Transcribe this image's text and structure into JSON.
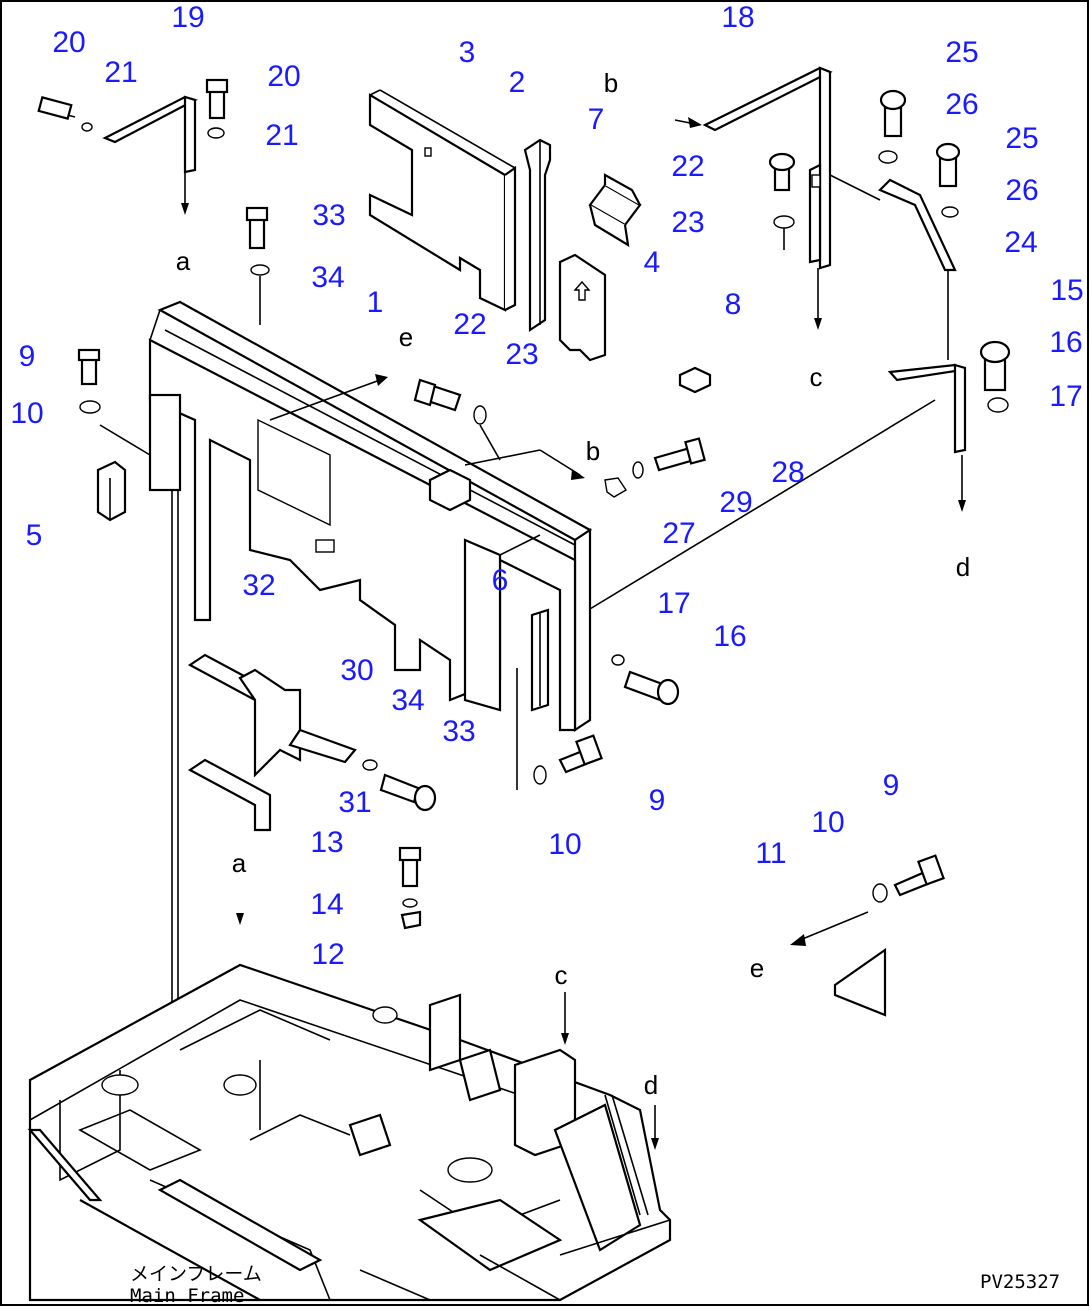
{
  "diagram": {
    "part_numbers": [
      "1",
      "2",
      "3",
      "4",
      "5",
      "6",
      "7",
      "8",
      "9",
      "9",
      "9",
      "10",
      "10",
      "10",
      "11",
      "12",
      "13",
      "14",
      "15",
      "16",
      "16",
      "17",
      "17",
      "18",
      "19",
      "20",
      "20",
      "21",
      "21",
      "22",
      "22",
      "23",
      "23",
      "24",
      "25",
      "25",
      "26",
      "26",
      "27",
      "28",
      "29",
      "30",
      "31",
      "32",
      "33",
      "33",
      "34",
      "34"
    ],
    "reference_letters": [
      "a",
      "a",
      "b",
      "b",
      "c",
      "c",
      "d",
      "d",
      "e",
      "e"
    ],
    "caption_japanese": "メインフレーム",
    "caption_english": "Main Frame",
    "drawing_code": "PV25327",
    "colors": {
      "callout": "#1a1aff",
      "line": "#000000",
      "background": "#ffffff"
    }
  }
}
